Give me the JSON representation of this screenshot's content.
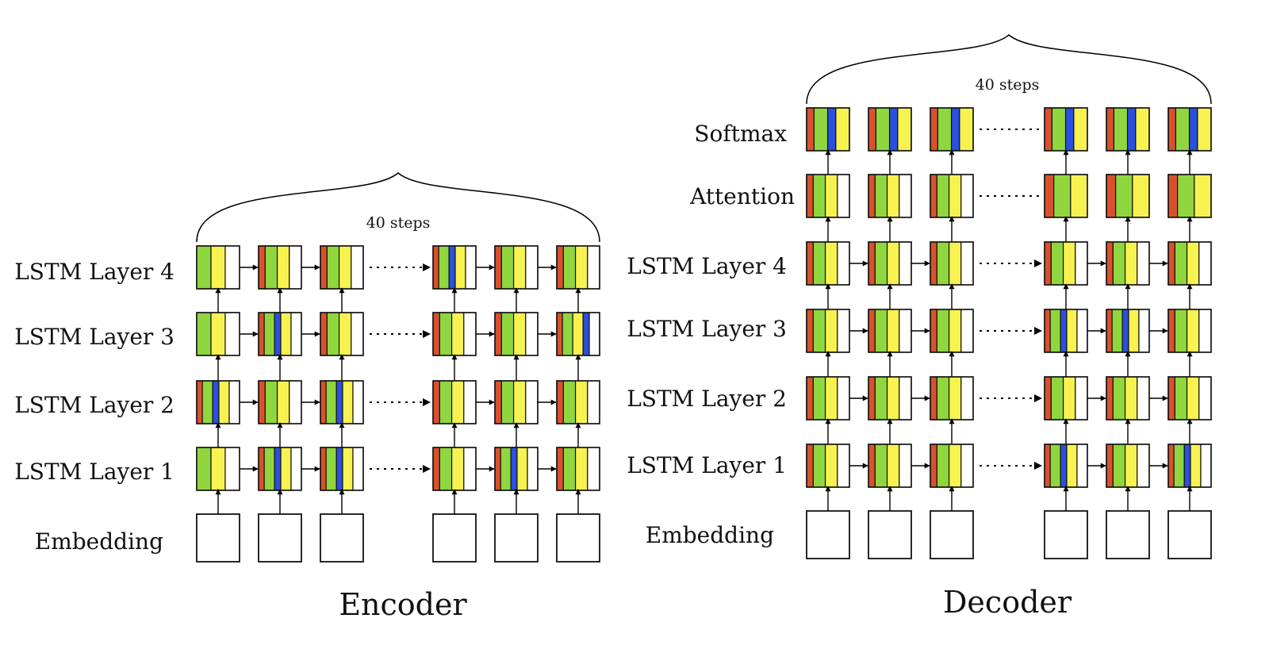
{
  "colors": {
    "red": "#d9512c",
    "green": "#8fd63f",
    "yellow": "#f7f24f",
    "blue": "#2b4fe0",
    "white": "#ffffff",
    "stroke": "#111111"
  },
  "encoder": {
    "title": "Encoder",
    "brace_label": "40 steps",
    "row_labels": [
      "LSTM Layer 4",
      "LSTM Layer 3",
      "LSTM Layer 2",
      "LSTM Layer 1",
      "Embedding"
    ],
    "cells": [
      [
        [
          "g",
          "y",
          "w"
        ],
        [
          "r",
          "g",
          "y",
          "w"
        ],
        [
          "r",
          "g",
          "y",
          "w"
        ],
        [
          "r",
          "g",
          "b",
          "y",
          "w"
        ],
        [
          "r",
          "g",
          "y",
          "w"
        ],
        [
          "r",
          "g",
          "y",
          "w"
        ]
      ],
      [
        [
          "g",
          "y",
          "w"
        ],
        [
          "r",
          "g",
          "b",
          "y",
          "w"
        ],
        [
          "r",
          "g",
          "y",
          "w"
        ],
        [
          "r",
          "g",
          "y",
          "w"
        ],
        [
          "r",
          "g",
          "y",
          "w"
        ],
        [
          "r",
          "g",
          "y",
          "b",
          "w"
        ]
      ],
      [
        [
          "r",
          "g",
          "b",
          "y",
          "w"
        ],
        [
          "r",
          "g",
          "y",
          "w"
        ],
        [
          "r",
          "g",
          "b",
          "y",
          "w"
        ],
        [
          "r",
          "g",
          "y",
          "w"
        ],
        [
          "r",
          "g",
          "y",
          "w"
        ],
        [
          "r",
          "g",
          "y",
          "w"
        ]
      ],
      [
        [
          "g",
          "y",
          "w"
        ],
        [
          "r",
          "g",
          "b",
          "y",
          "w"
        ],
        [
          "r",
          "g",
          "b",
          "y",
          "w"
        ],
        [
          "r",
          "g",
          "y",
          "w"
        ],
        [
          "r",
          "g",
          "b",
          "y",
          "w"
        ],
        [
          "r",
          "g",
          "y",
          "w"
        ]
      ]
    ]
  },
  "decoder": {
    "title": "Decoder",
    "brace_label": "40 steps",
    "row_labels": [
      "Softmax",
      "Attention",
      "LSTM Layer 4",
      "LSTM Layer 3",
      "LSTM Layer 2",
      "LSTM Layer 1",
      "Embedding"
    ],
    "cells": [
      [
        [
          "r",
          "g",
          "b",
          "y"
        ],
        [
          "r",
          "g",
          "b",
          "y"
        ],
        [
          "r",
          "g",
          "b",
          "y"
        ],
        [
          "r",
          "g",
          "b",
          "y"
        ],
        [
          "r",
          "g",
          "b",
          "y"
        ],
        [
          "r",
          "g",
          "b",
          "y"
        ]
      ],
      [
        [
          "r",
          "g",
          "y",
          "w"
        ],
        [
          "r",
          "g",
          "y",
          "w"
        ],
        [
          "r",
          "g",
          "y",
          "w"
        ],
        [
          "r",
          "g",
          "y"
        ],
        [
          "r",
          "g",
          "y"
        ],
        [
          "r",
          "g",
          "y"
        ]
      ],
      [
        [
          "r",
          "g",
          "y",
          "w"
        ],
        [
          "r",
          "g",
          "y",
          "w"
        ],
        [
          "r",
          "g",
          "y",
          "w"
        ],
        [
          "r",
          "g",
          "y",
          "w"
        ],
        [
          "r",
          "g",
          "y",
          "w"
        ],
        [
          "r",
          "g",
          "y",
          "w"
        ]
      ],
      [
        [
          "r",
          "g",
          "y",
          "w"
        ],
        [
          "r",
          "g",
          "y",
          "w"
        ],
        [
          "r",
          "g",
          "y",
          "w"
        ],
        [
          "r",
          "g",
          "b",
          "y",
          "w"
        ],
        [
          "r",
          "g",
          "b",
          "y",
          "w"
        ],
        [
          "r",
          "g",
          "y",
          "w"
        ]
      ],
      [
        [
          "r",
          "g",
          "y",
          "w"
        ],
        [
          "r",
          "g",
          "y",
          "w"
        ],
        [
          "r",
          "g",
          "y",
          "w"
        ],
        [
          "r",
          "g",
          "y",
          "w"
        ],
        [
          "r",
          "g",
          "y",
          "w"
        ],
        [
          "r",
          "g",
          "y",
          "w"
        ]
      ],
      [
        [
          "r",
          "g",
          "y",
          "w"
        ],
        [
          "r",
          "g",
          "y",
          "w"
        ],
        [
          "r",
          "g",
          "y",
          "w"
        ],
        [
          "r",
          "g",
          "b",
          "y",
          "w"
        ],
        [
          "r",
          "g",
          "y",
          "w"
        ],
        [
          "r",
          "g",
          "b",
          "y",
          "w"
        ]
      ]
    ]
  }
}
